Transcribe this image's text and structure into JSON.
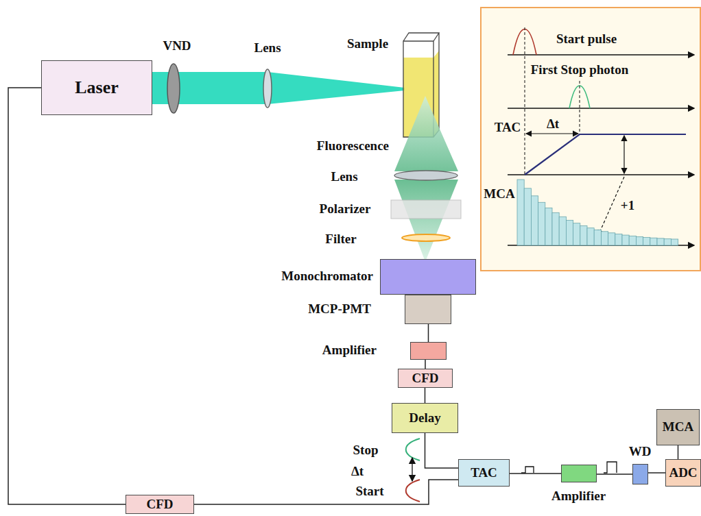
{
  "diagram": {
    "nodes": [
      {
        "text": [
          "Laser"
        ]
      },
      {
        "text": [
          "Start pulse",
          "First Stop photon",
          "TAC",
          "Δt",
          "MCA",
          "+1"
        ]
      },
      {
        "text": [
          "Monochromator"
        ]
      },
      {
        "text": [
          "MCP-PMT"
        ]
      },
      {
        "text": [
          "Amplifier"
        ]
      },
      {
        "text": [
          "CFD"
        ]
      },
      {
        "text": [
          "MCA"
        ]
      },
      {
        "text": [
          "Delay"
        ]
      },
      {
        "text": [
          "TAC"
        ]
      },
      {
        "text": [
          "Amplifier"
        ]
      },
      {
        "text": [
          "WD"
        ]
      },
      {
        "text": [
          "ADC"
        ]
      },
      {
        "text": [
          "CFD"
        ]
      }
    ],
    "edges": [
      {
        "from": 0,
        "to": 12,
        "arrow": "none"
      },
      {
        "from": 3,
        "to": 4,
        "arrow": "none"
      },
      {
        "from": 4,
        "to": 5,
        "arrow": "none"
      },
      {
        "from": 5,
        "to": 7,
        "arrow": "none"
      },
      {
        "from": 7,
        "to": 8,
        "arrow": "none"
      },
      {
        "from": 12,
        "to": 8,
        "arrow": "none"
      },
      {
        "from": 8,
        "to": 9,
        "arrow": "none"
      },
      {
        "from": 9,
        "to": 10,
        "arrow": "none"
      },
      {
        "from": 10,
        "to": 11,
        "arrow": "none"
      },
      {
        "from": 11,
        "to": 6,
        "arrow": "none"
      }
    ],
    "labels": [
      "VND",
      "Lens",
      "Sample",
      "Fluorescence",
      "Lens",
      "Polarizer",
      "Filter",
      "Stop",
      "Δt",
      "Start"
    ]
  }
}
